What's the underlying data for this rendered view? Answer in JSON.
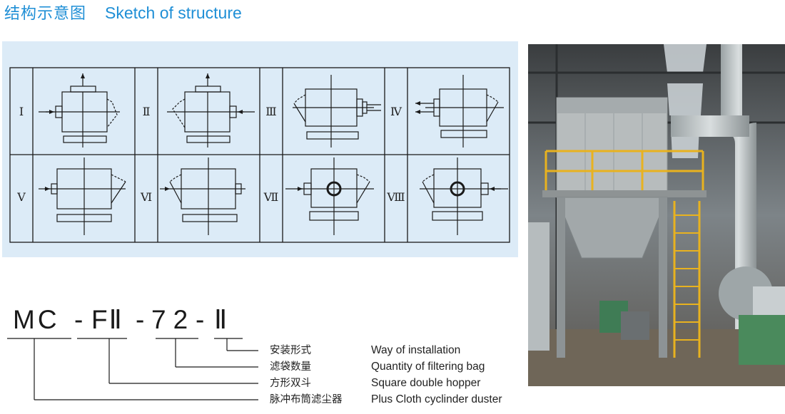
{
  "title": {
    "cn": "结构示意图",
    "en": "Sketch of structure"
  },
  "structure_types": [
    {
      "numeral": "Ⅰ"
    },
    {
      "numeral": "Ⅱ"
    },
    {
      "numeral": "Ⅲ"
    },
    {
      "numeral": "Ⅳ"
    },
    {
      "numeral": "Ⅴ"
    },
    {
      "numeral": "Ⅵ"
    },
    {
      "numeral": "Ⅶ"
    },
    {
      "numeral": "Ⅷ"
    }
  ],
  "model_code": {
    "prefix": "MC",
    "dash1": "-",
    "hopper": "FⅡ",
    "dash2": "-",
    "bags": "72",
    "dash3": "-",
    "install": "Ⅱ"
  },
  "legend": [
    {
      "cn": "安装形式",
      "en": "Way of installation"
    },
    {
      "cn": "滤袋数量",
      "en": "Quantity of filtering bag"
    },
    {
      "cn": "方形双斗",
      "en": "Square double hopper"
    },
    {
      "cn": "脉冲布筒滤尘器",
      "en": "Plus Cloth cyclinder duster"
    }
  ],
  "colors": {
    "title": "#1f8fd6",
    "panel": "#dcebf7",
    "line": "#1a1a1a"
  }
}
